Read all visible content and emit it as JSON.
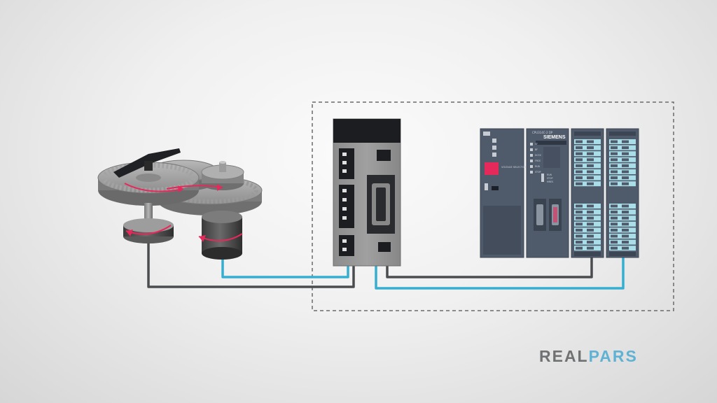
{
  "brand": {
    "logo_part1": "REAL",
    "logo_part2": "PARS",
    "colors": {
      "real": "#6f7173",
      "pars": "#5fb2d4"
    }
  },
  "plc": {
    "manufacturer_label": "SIEMENS",
    "cpu_model_label": "CPU314C-2 DP",
    "ps_status_labels": [
      "SF",
      "BF",
      "DC5V",
      "FRCE",
      "RUN",
      "STOP"
    ],
    "ps_selector_label": "VOLTAGE SELECTOR",
    "cpu_switch_labels": [
      "RUN",
      "STOP",
      "MRES"
    ]
  },
  "colors": {
    "cable_dark": "#4a4d50",
    "cable_blue": "#36aed0",
    "rotation_arrow": "#e5295a",
    "module_body": "#4f5a6b",
    "io_led": "#a9dde8",
    "selector_red": "#e5295a",
    "enclosure_border": "#6a6a6a"
  },
  "icons": [
    "gear-icon",
    "motor-icon",
    "encoder-icon",
    "rotation-arrow-icon",
    "servo-drive-icon",
    "plc-rack-icon"
  ]
}
